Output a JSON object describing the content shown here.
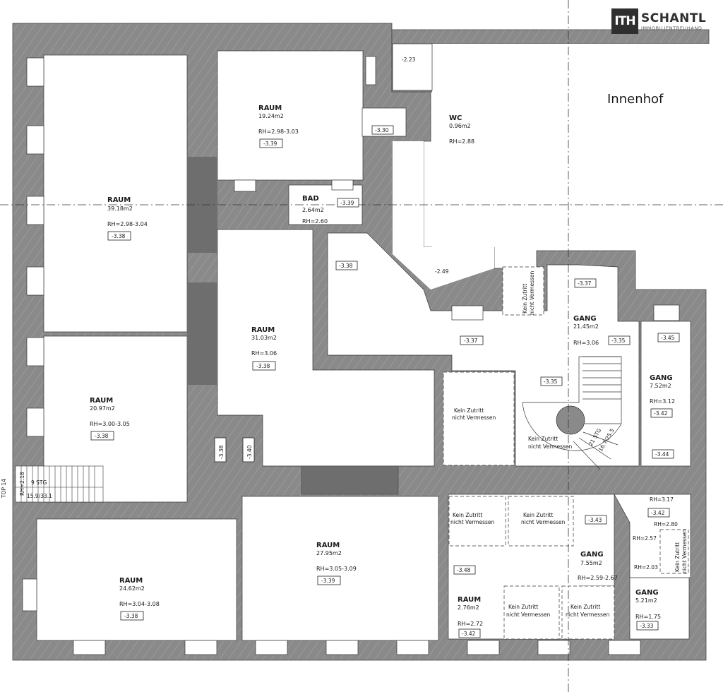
{
  "logo": {
    "mark": "ITH",
    "name": "SCHANTL",
    "subtitle": "IMMOBILIENTREUHAND"
  },
  "courtyard_label": "Innenhof",
  "rooms": [
    {
      "id": "raum-39",
      "name": "RAUM",
      "area": "39.18m2",
      "rh": "RH=2.98-3.04",
      "level": "-3.38"
    },
    {
      "id": "raum-19",
      "name": "RAUM",
      "area": "19.24m2",
      "rh": "RH=2.98-3.03",
      "level": "-3.39"
    },
    {
      "id": "wc",
      "name": "WC",
      "area": "0.96m2",
      "rh": "RH=2.88",
      "level": "-3.30"
    },
    {
      "id": "bad",
      "name": "BAD",
      "area": "2.64m2",
      "rh": "RH=2.60",
      "level": "-3.39"
    },
    {
      "id": "raum-31",
      "name": "RAUM",
      "area": "31.03m2",
      "rh": "RH=3.06",
      "level": "-3.38"
    },
    {
      "id": "raum-20",
      "name": "RAUM",
      "area": "20.97m2",
      "rh": "RH=3.00-3.05",
      "level": "-3.38"
    },
    {
      "id": "gang-21",
      "name": "GANG",
      "area": "21.45m2",
      "rh": "RH=3.06",
      "level": "-3.35"
    },
    {
      "id": "gang-7-52",
      "name": "GANG",
      "area": "7.52m2",
      "rh": "RH=3.12",
      "level": "-3.42"
    },
    {
      "id": "raum-24",
      "name": "RAUM",
      "area": "24.62m2",
      "rh": "RH=3.04-3.08",
      "level": "-3.38"
    },
    {
      "id": "raum-27",
      "name": "RAUM",
      "area": "27.95m2",
      "rh": "RH=3.05-3.09",
      "level": "-3.39"
    },
    {
      "id": "gang-7-55",
      "name": "GANG",
      "area": "7.55m2",
      "rh": "RH=2.59-2.67",
      "level": ""
    },
    {
      "id": "raum-2-76",
      "name": "RAUM",
      "area": "2.76m2",
      "rh": "RH=2.72",
      "level": "-3.42"
    },
    {
      "id": "gang-5-21",
      "name": "GANG",
      "area": "5.21m2",
      "rh": "RH=1.75",
      "level": "-3.33"
    }
  ],
  "restricted": {
    "line1": "Kein Zutritt",
    "line2": "nicht Vermessen"
  },
  "levels": {
    "courtyard_top": "-2.23",
    "courtyard_corner": "-2.49",
    "corridor_a": "-3.38",
    "corridor_b": "-3.37",
    "corridor_c": "-3.37",
    "stair_landing": "-3.35",
    "gang_top": "-3.45",
    "gang_bottom": "-3.44",
    "niche_a": "-3.38",
    "niche_b": "-3.40",
    "lower_gang_a": "-3.43",
    "lower_gang_b": "-3.48",
    "right_small": "-3.42"
  },
  "rh_small": {
    "a": "RH=3.17",
    "b": "RH=2.80",
    "c": "RH=2.57",
    "d": "RH=2.03"
  },
  "stairs": {
    "left_steps": "9 STG",
    "left_dim": "15.9/33.1",
    "left_rh": "RH=2.18",
    "spiral_steps": "21 STG",
    "spiral_dim": "16.7/25.5"
  },
  "side_label": "TOP 14"
}
